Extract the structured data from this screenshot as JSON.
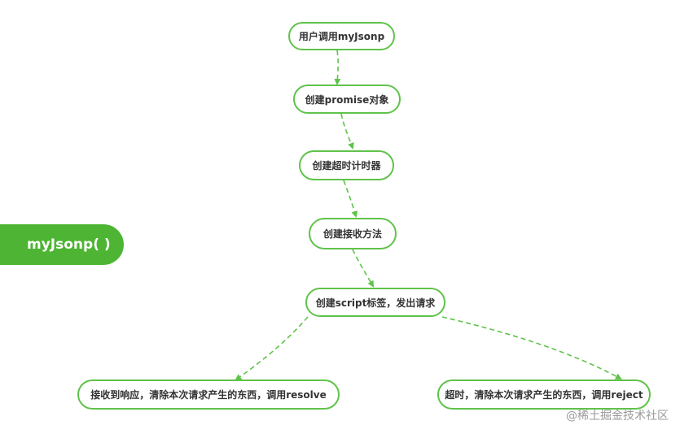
{
  "title": "myJsonp( )",
  "nodes": {
    "call": "用户调用myJsonp",
    "promise": "创建promise对象",
    "timer": "创建超时计时器",
    "receive": "创建接收方法",
    "script": "创建script标签，发出请求",
    "resolve": "接收到响应，清除本次请求产生的东西，调用resolve",
    "reject": "超时，清除本次请求产生的东西，调用reject"
  },
  "watermark": "@稀土掘金技术社区",
  "colors": {
    "accent": "#4db533",
    "border": "#5fc34a",
    "arrow": "#5fc34a",
    "text": "#333333"
  }
}
